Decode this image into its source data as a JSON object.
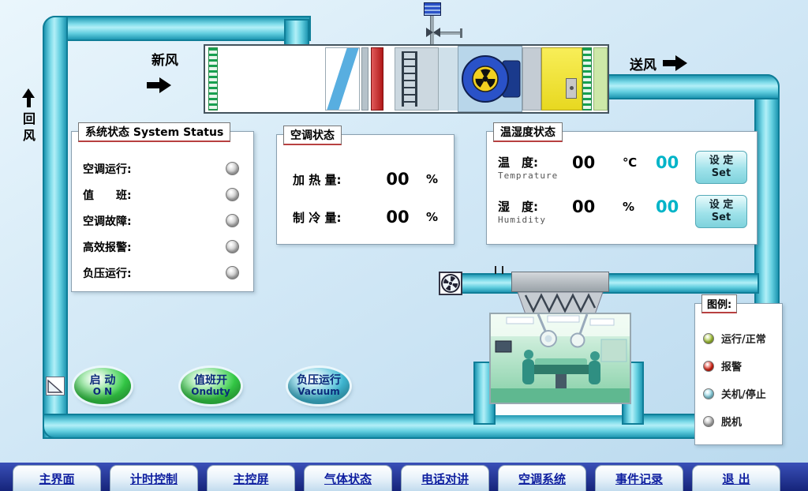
{
  "duct_labels": {
    "fresh_air": "新风",
    "supply_air": "送风",
    "return_air": "回风"
  },
  "system_status": {
    "title": "系统状态 System Status",
    "items": [
      {
        "label": "空调运行:",
        "led_color": "#c2c2c2"
      },
      {
        "label": "值　　班:",
        "led_color": "#c2c2c2"
      },
      {
        "label": "空调故障:",
        "led_color": "#c2c2c2"
      },
      {
        "label": "高效报警:",
        "led_color": "#c2c2c2"
      },
      {
        "label": "负压运行:",
        "led_color": "#c2c2c2"
      }
    ]
  },
  "ac_status": {
    "title": "空调状态",
    "rows": [
      {
        "label": "加 热 量:",
        "value": "00",
        "unit": "%"
      },
      {
        "label": "制 冷 量:",
        "value": "00",
        "unit": "%"
      }
    ]
  },
  "temp_humidity": {
    "title": "温湿度状态",
    "setpoint_color": "#00b4c8",
    "rows": [
      {
        "label": "温　度:",
        "sublabel": "Temprature",
        "value": "00",
        "unit": "℃",
        "setpoint": "00",
        "set_line1": "设 定",
        "set_line2": "Set"
      },
      {
        "label": "湿　度:",
        "sublabel": "Humidity",
        "value": "00",
        "unit": "%",
        "setpoint": "00",
        "set_line1": "设 定",
        "set_line2": "Set"
      }
    ]
  },
  "legend": {
    "title": "图例:",
    "items": [
      {
        "label": "运行/正常",
        "color": "#a6c832"
      },
      {
        "label": "报警",
        "color": "#e02010"
      },
      {
        "label": "关机/停止",
        "color": "#8ad8e8"
      },
      {
        "label": "脱机",
        "color": "#b8b8b8"
      }
    ]
  },
  "control_buttons": [
    {
      "line1": "启 动",
      "line2": "O N",
      "color": "#35d048"
    },
    {
      "line1": "值班开",
      "line2": "Onduty",
      "color": "#35d048"
    },
    {
      "line1": "负压运行",
      "line2": "Vacuum",
      "color": "#40bcd8"
    }
  ],
  "nav_tabs": [
    "主界面",
    "计时控制",
    "主控屏",
    "气体状态",
    "电话对讲",
    "空调系统",
    "事件记录",
    "退 出"
  ]
}
